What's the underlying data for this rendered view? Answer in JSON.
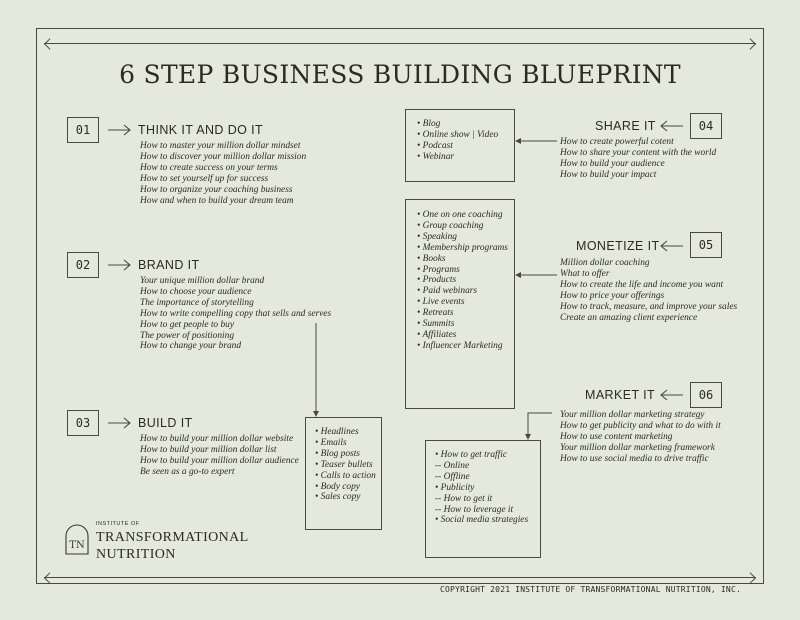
{
  "title": "6 STEP BUSINESS BUILDING BLUEPRINT",
  "steps": [
    {
      "num": "01",
      "title": "THINK IT AND DO IT",
      "items": [
        "How to master your million dollar mindset",
        "How to discover your million dollar mission",
        "How to create success on your terms",
        "How to set yourself up for success",
        "How to organize your coaching business",
        "How and when to build your dream team"
      ]
    },
    {
      "num": "02",
      "title": "BRAND IT",
      "items": [
        "Your unique million dollar brand",
        "How to choose your audience",
        "The importance of storytelling",
        "How to write compelling copy that sells and serves",
        "How to get people to buy",
        "The power of positioning",
        "How to change your brand"
      ]
    },
    {
      "num": "03",
      "title": "BUILD IT",
      "items": [
        "How to build your million dollar website",
        "How to build your million dollar list",
        "How to build your million dollar audience",
        "Be seen as a go-to expert"
      ]
    },
    {
      "num": "04",
      "title": "SHARE IT",
      "items": [
        "How to create powerful cotent",
        "How to share your content with the world",
        "How to build your audience",
        "How to build your impact"
      ]
    },
    {
      "num": "05",
      "title": "MONETIZE IT",
      "items": [
        "Million dollar coaching",
        "What to offer",
        "How to create the life and income you want",
        "How to price your offerings",
        "How to track, measure, and improve your sales",
        "Create an amazing client experience"
      ]
    },
    {
      "num": "06",
      "title": "MARKET IT",
      "items": [
        "Your million dollar marketing strategy",
        "How to get publicity and what to do with it",
        "How to use content marketing",
        "Your million dollar marketing framework",
        "How to use social media to drive traffic"
      ]
    }
  ],
  "boxes": {
    "share": [
      "• Blog",
      "• Online show | Video",
      "• Podcast",
      "• Webinar"
    ],
    "monetize": [
      "• One on one coaching",
      "• Group coaching",
      "• Speaking",
      "• Membership programs",
      "• Books",
      "• Programs",
      "• Products",
      "• Paid webinars",
      "• Live events",
      "• Retreats",
      "• Summits",
      "• Affiliates",
      "• Influencer Marketing"
    ],
    "brand": [
      "• Headlines",
      "• Emails",
      "• Blog posts",
      "• Teaser bullets",
      "• Calls to action",
      "• Body copy",
      "• Sales copy"
    ],
    "market": [
      "• How to get traffic",
      "-- Online",
      "-- Offline",
      "• Publicity",
      "-- How to get it",
      "-- How to leverage it",
      "• Social media strategies"
    ]
  },
  "logo": {
    "small": "INSTITUTE OF",
    "line1": "TRANSFORMATIONAL",
    "line2": "NUTRITION",
    "icon_text": "TN"
  },
  "copyright": "COPYRIGHT 2021 INSTITUTE OF TRANSFORMATIONAL NUTRITION, INC."
}
